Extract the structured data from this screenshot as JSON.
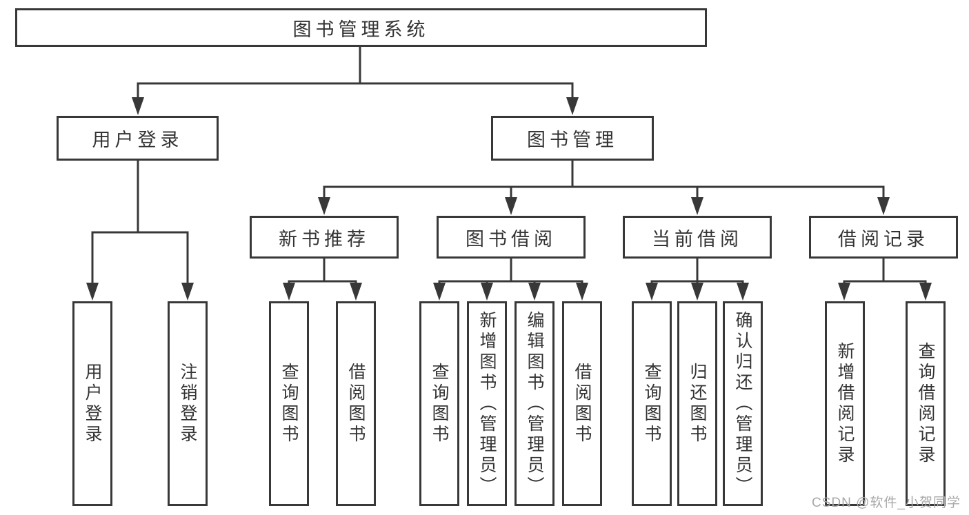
{
  "colors": {
    "line": "#383838",
    "box_border": "#383838",
    "text": "#333333",
    "watermark": "#a8a8a8",
    "background": "#ffffff"
  },
  "tree": {
    "root": {
      "label": "图书管理系统"
    },
    "branches": [
      {
        "label": "用户登录",
        "leaves": [
          {
            "label": "用户登录"
          },
          {
            "label": "注销登录"
          }
        ]
      },
      {
        "label": "图书管理",
        "children": [
          {
            "label": "新书推荐",
            "leaves": [
              {
                "label": "查询图书"
              },
              {
                "label": "借阅图书"
              }
            ]
          },
          {
            "label": "图书借阅",
            "leaves": [
              {
                "label": "查询图书"
              },
              {
                "label": "新增图书（管理员）"
              },
              {
                "label": "编辑图书（管理员）"
              },
              {
                "label": "借阅图书"
              }
            ]
          },
          {
            "label": "当前借阅",
            "leaves": [
              {
                "label": "查询图书"
              },
              {
                "label": "归还图书"
              },
              {
                "label": "确认归还（管理员）"
              }
            ]
          },
          {
            "label": "借阅记录",
            "leaves": [
              {
                "label": "新增借阅记录"
              },
              {
                "label": "查询借阅记录"
              }
            ]
          }
        ]
      }
    ]
  },
  "watermark": {
    "text": "CSDN @软件_小贺同学"
  }
}
